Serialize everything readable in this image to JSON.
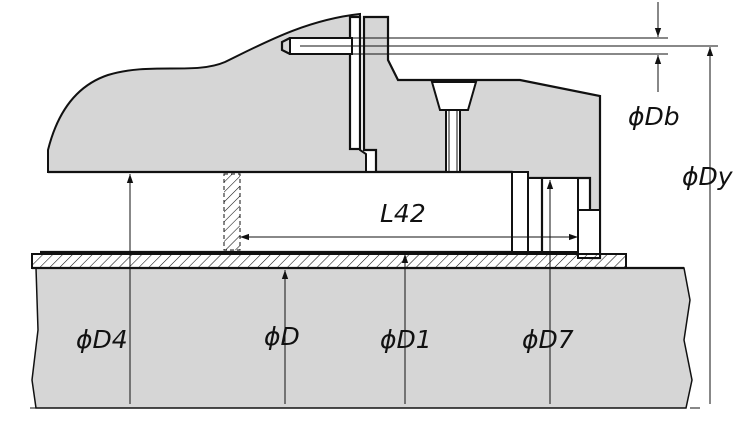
{
  "labels": {
    "d4": "ϕD4",
    "d": "ϕD",
    "d1": "ϕD1",
    "d7": "ϕD7",
    "l42": "L42",
    "db": "ϕDb",
    "dy": "ϕDy"
  },
  "colors": {
    "background": "#ffffff",
    "body_fill": "#d6d6d6",
    "line": "#111111",
    "hatch": "#111111"
  }
}
